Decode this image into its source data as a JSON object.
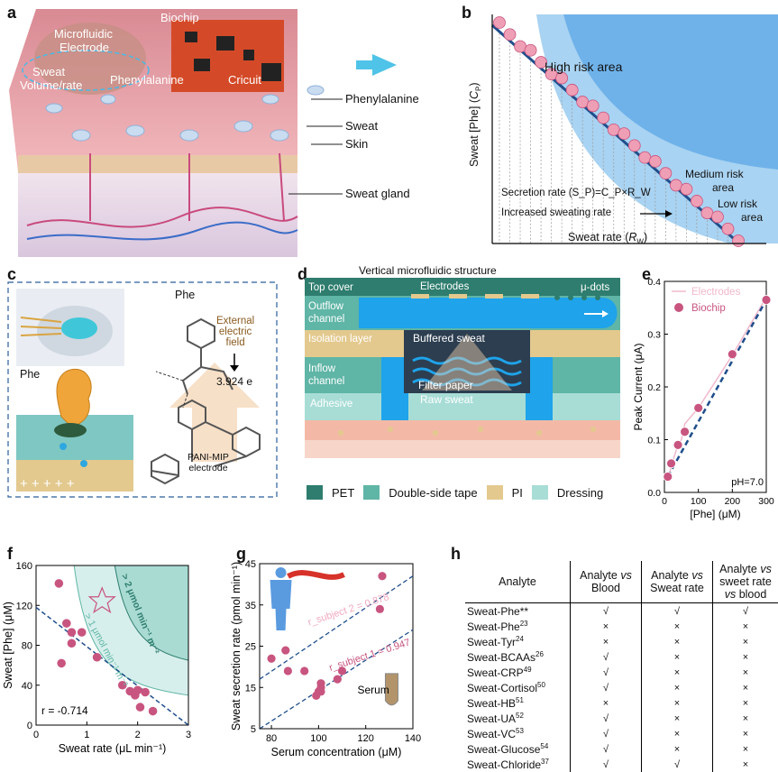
{
  "panel_labels": {
    "a": "a",
    "b": "b",
    "c": "c",
    "d": "d",
    "e": "e",
    "f": "f",
    "g": "g",
    "h": "h"
  },
  "panel_a": {
    "biochip": "Biochip",
    "microfluidic": "Microfluidic",
    "electrode": "Electrode",
    "sweat_volume": "Sweat",
    "sweat_volume_2": "Volume/rate",
    "phenylalanine_chip": "Phenylalanine",
    "circuit": "Cricuit",
    "phenylalanine": "Phenylalanine",
    "sweat": "Sweat",
    "skin": "Skin",
    "sweat_gland": "Sweat gland",
    "colors": {
      "skin": "#e7a6ad",
      "tissue": "#e9dbe8",
      "chip": "#d44a28",
      "arrow": "#4fc3e8"
    }
  },
  "panel_b": {
    "ylabel_pre": "Sweat [Phe] (",
    "ylabel_sym": "C",
    "ylabel_sub": "P",
    "ylabel_post": ")",
    "xlabel_pre": "Sweat rate (",
    "xlabel_sym": "R",
    "xlabel_sub": "W",
    "xlabel_post": ")",
    "high": "High risk area",
    "medium_1": "Medium risk",
    "medium_2": "area",
    "low_1": "Low risk",
    "low_2": "area",
    "formula": "Secretion rate (S_P)=C_P×R_W",
    "increased": "Increased sweating rate",
    "colors": {
      "high": "#6fb2ea",
      "medium": "#a9d3f2",
      "point": "#ef9fb5",
      "line": "#1f4e8c"
    }
  },
  "panel_c": {
    "phe_top": "Phe",
    "phe_left": "Phe",
    "field_1": "External",
    "field_2": "electric",
    "field_3": "field",
    "energy": "3.924 e",
    "mip_1": "PANI-MIP",
    "mip_2": "electrode",
    "plus": "+   +   +   +   +"
  },
  "panel_d": {
    "title": "Vertical microfluidic structure",
    "top_cover": "Top cover",
    "electrodes": "Electrodes",
    "mu_dots": "μ-dots",
    "outflow_1": "Outflow",
    "outflow_2": "channel",
    "buffered": "Buffered sweat",
    "isolation": "Isolation layer",
    "inflow_1": "Inflow",
    "inflow_2": "channel",
    "filter": "Filter paper",
    "raw": "Raw sweat",
    "adhesive": "Adhesive",
    "legend": [
      "PET",
      "Double-side tape",
      "PI",
      "Dressing"
    ],
    "colors": {
      "pet": "#2e7d6e",
      "tape": "#5fb5a6",
      "pi": "#e3c98e",
      "dressing": "#a8ddd6",
      "channel": "#1fa3ea"
    }
  },
  "panel_e": {
    "ylabel": "Peak Current (μA)",
    "xlabel": "[Phe] (μM)",
    "ph": "pH=7.0",
    "legend": [
      "Electrodes",
      "Biochip"
    ],
    "chart_data": {
      "type": "line",
      "xlim": [
        0,
        300
      ],
      "ylim": [
        0,
        0.4
      ],
      "xticks": [
        0,
        100,
        200,
        300
      ],
      "yticks": [
        0.0,
        0.1,
        0.2,
        0.3,
        0.4
      ],
      "series": [
        {
          "name": "Electrodes",
          "x": [
            10,
            20,
            40,
            50,
            60,
            100,
            200,
            300
          ],
          "y": [
            0.02,
            0.05,
            0.09,
            0.1,
            0.13,
            0.16,
            0.26,
            0.37
          ]
        },
        {
          "name": "Biochip",
          "x": [
            10,
            20,
            40,
            60,
            100,
            200,
            300
          ],
          "y": [
            0.03,
            0.055,
            0.09,
            0.115,
            0.16,
            0.262,
            0.365
          ]
        }
      ],
      "colors": {
        "electrodes": "#f0b8cc",
        "biochip": "#c8557f",
        "fit": "#1f4e8c"
      }
    }
  },
  "panel_f": {
    "ylabel": "Sweat [Phe] (μM)",
    "xlabel": "Sweat rate (μL min⁻¹)",
    "r": "r = -0.714",
    "band_gt1": "> 1 μmol min⁻¹ m⁻²",
    "band_gt2": "> 2 μmol min⁻¹ m⁻²",
    "chart_data": {
      "type": "scatter",
      "xlim": [
        0,
        3
      ],
      "ylim": [
        0,
        160
      ],
      "xticks": [
        0,
        1,
        2,
        3
      ],
      "yticks": [
        0,
        40,
        80,
        120,
        160
      ],
      "x": [
        0.45,
        0.6,
        0.7,
        0.7,
        0.9,
        1.2,
        1.7,
        1.85,
        1.95,
        2.0,
        2.05,
        2.15,
        2.3,
        0.5
      ],
      "y": [
        142,
        102,
        93,
        82,
        93,
        68,
        40,
        34,
        30,
        35,
        18,
        33,
        14,
        62
      ],
      "fit": {
        "x": [
          0,
          3
        ],
        "y": [
          118,
          0
        ]
      },
      "colors": {
        "point": "#c8557f",
        "band1": "#d7efec",
        "band2": "#a9dbd3",
        "line": "#1f4e8c"
      }
    }
  },
  "panel_g": {
    "ylabel": "Sweat secretion rate  (pmol min⁻¹)",
    "xlabel": "Serum concentration (μM)",
    "serum": "Serum",
    "r1": "r_subject 1 = 0.947",
    "r2": "r_subject 2 = 0.878",
    "chart_data": {
      "type": "scatter",
      "xlim": [
        75,
        140
      ],
      "ylim": [
        5,
        45
      ],
      "xticks": [
        80,
        100,
        120,
        140
      ],
      "yticks": [
        5,
        15,
        25,
        35,
        45
      ],
      "series": [
        {
          "name": "subject 1",
          "x": [
            99,
            100,
            101,
            101,
            108,
            110,
            126,
            127
          ],
          "y": [
            13,
            14,
            15,
            16,
            17,
            19,
            34,
            42
          ]
        },
        {
          "name": "subject 2",
          "x": [
            80,
            86,
            87,
            94,
            101
          ],
          "y": [
            22,
            24,
            19,
            19,
            14
          ]
        }
      ],
      "colors": {
        "point": "#c8557f",
        "line": "#1f4e8c",
        "r1": "#c8557f",
        "r2": "#f0a8c0"
      }
    }
  },
  "panel_h": {
    "headers": [
      "Analyte",
      "Analyte vs Blood",
      "Analyte vs Sweat rate",
      "Analyte vs sweet rate vs blood"
    ],
    "rows": [
      {
        "name": "Sweat-Phe**",
        "sup": "",
        "c": [
          "√",
          "√",
          "√"
        ]
      },
      {
        "name": "Sweat-Phe",
        "sup": "23",
        "c": [
          "×",
          "×",
          "×"
        ]
      },
      {
        "name": "Sweat-Tyr",
        "sup": "24",
        "c": [
          "×",
          "×",
          "×"
        ]
      },
      {
        "name": "Sweat-BCAAs",
        "sup": "26",
        "c": [
          "√",
          "×",
          "×"
        ]
      },
      {
        "name": "Sweat-CRP",
        "sup": "49",
        "c": [
          "√",
          "×",
          "×"
        ]
      },
      {
        "name": "Sweat-Cortisol",
        "sup": "50",
        "c": [
          "√",
          "×",
          "×"
        ]
      },
      {
        "name": "Sweat-HB",
        "sup": "51",
        "c": [
          "×",
          "×",
          "×"
        ]
      },
      {
        "name": "Sweat-UA",
        "sup": "52",
        "c": [
          "√",
          "×",
          "×"
        ]
      },
      {
        "name": "Sweat-VC",
        "sup": "53",
        "c": [
          "√",
          "×",
          "×"
        ]
      },
      {
        "name": "Sweat-Glucose",
        "sup": "54",
        "c": [
          "√",
          "×",
          "×"
        ]
      },
      {
        "name": "Sweat-Chloride",
        "sup": "37",
        "c": [
          "√",
          "√",
          "×"
        ]
      }
    ]
  }
}
